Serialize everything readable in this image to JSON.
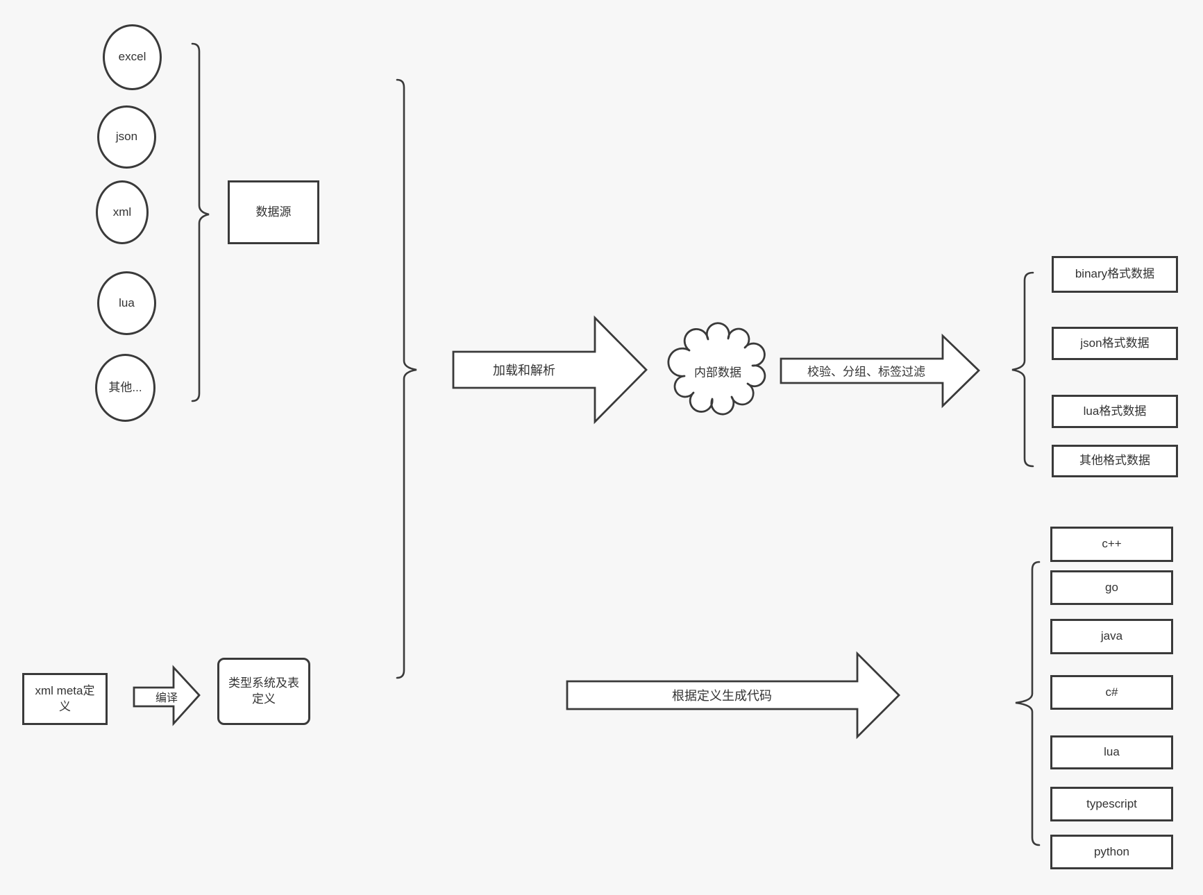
{
  "canvas": {
    "background": "#f7f7f7",
    "stroke_color": "#3a3a3a",
    "shape_fill": "#ffffff",
    "text_color": "#333333"
  },
  "sources": {
    "items": [
      {
        "label": "excel"
      },
      {
        "label": "json"
      },
      {
        "label": "xml"
      },
      {
        "label": "lua"
      },
      {
        "label": "其他..."
      }
    ],
    "group_box": "数据源"
  },
  "pipeline": {
    "load_arrow_label": "加载和解析",
    "cloud_label": "内部数据",
    "filter_arrow_label": "校验、分组、标签过滤",
    "outputs": [
      {
        "label": "binary格式数据"
      },
      {
        "label": "json格式数据"
      },
      {
        "label": "lua格式数据"
      },
      {
        "label": "其他格式数据"
      }
    ]
  },
  "codegen": {
    "meta_box": "xml meta定义",
    "compile_arrow_label": "编译",
    "typesystem_box": "类型系统及表定义",
    "generate_arrow_label": "根据定义生成代码",
    "languages": [
      {
        "label": "c++"
      },
      {
        "label": "go"
      },
      {
        "label": "java"
      },
      {
        "label": "c#"
      },
      {
        "label": "lua"
      },
      {
        "label": "typescript"
      },
      {
        "label": "python"
      }
    ]
  }
}
